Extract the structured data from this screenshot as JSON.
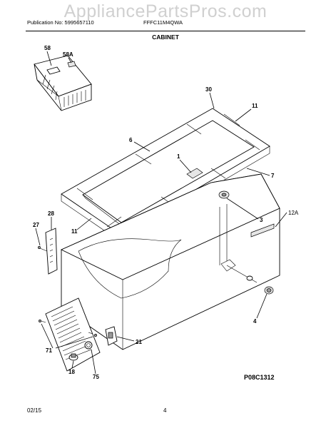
{
  "watermark": "AppliancePartsPros.com",
  "header": {
    "publication": "Publication No: 5995657110",
    "model": "FFFC11M4QWA",
    "section": "CABINET"
  },
  "diagram_code": "P08C1312",
  "footer": {
    "date": "02/15",
    "page": "4"
  },
  "callouts": {
    "p58": "58",
    "p58a": "58A",
    "p30": "30",
    "p11_top": "11",
    "p6": "6",
    "p1": "1",
    "p7": "7",
    "p28": "28",
    "p27": "27",
    "p11_left": "11",
    "p3": "3",
    "p12a": "12A",
    "p4": "4",
    "p21": "21",
    "p71": "71",
    "p18": "18",
    "p75": "75"
  }
}
